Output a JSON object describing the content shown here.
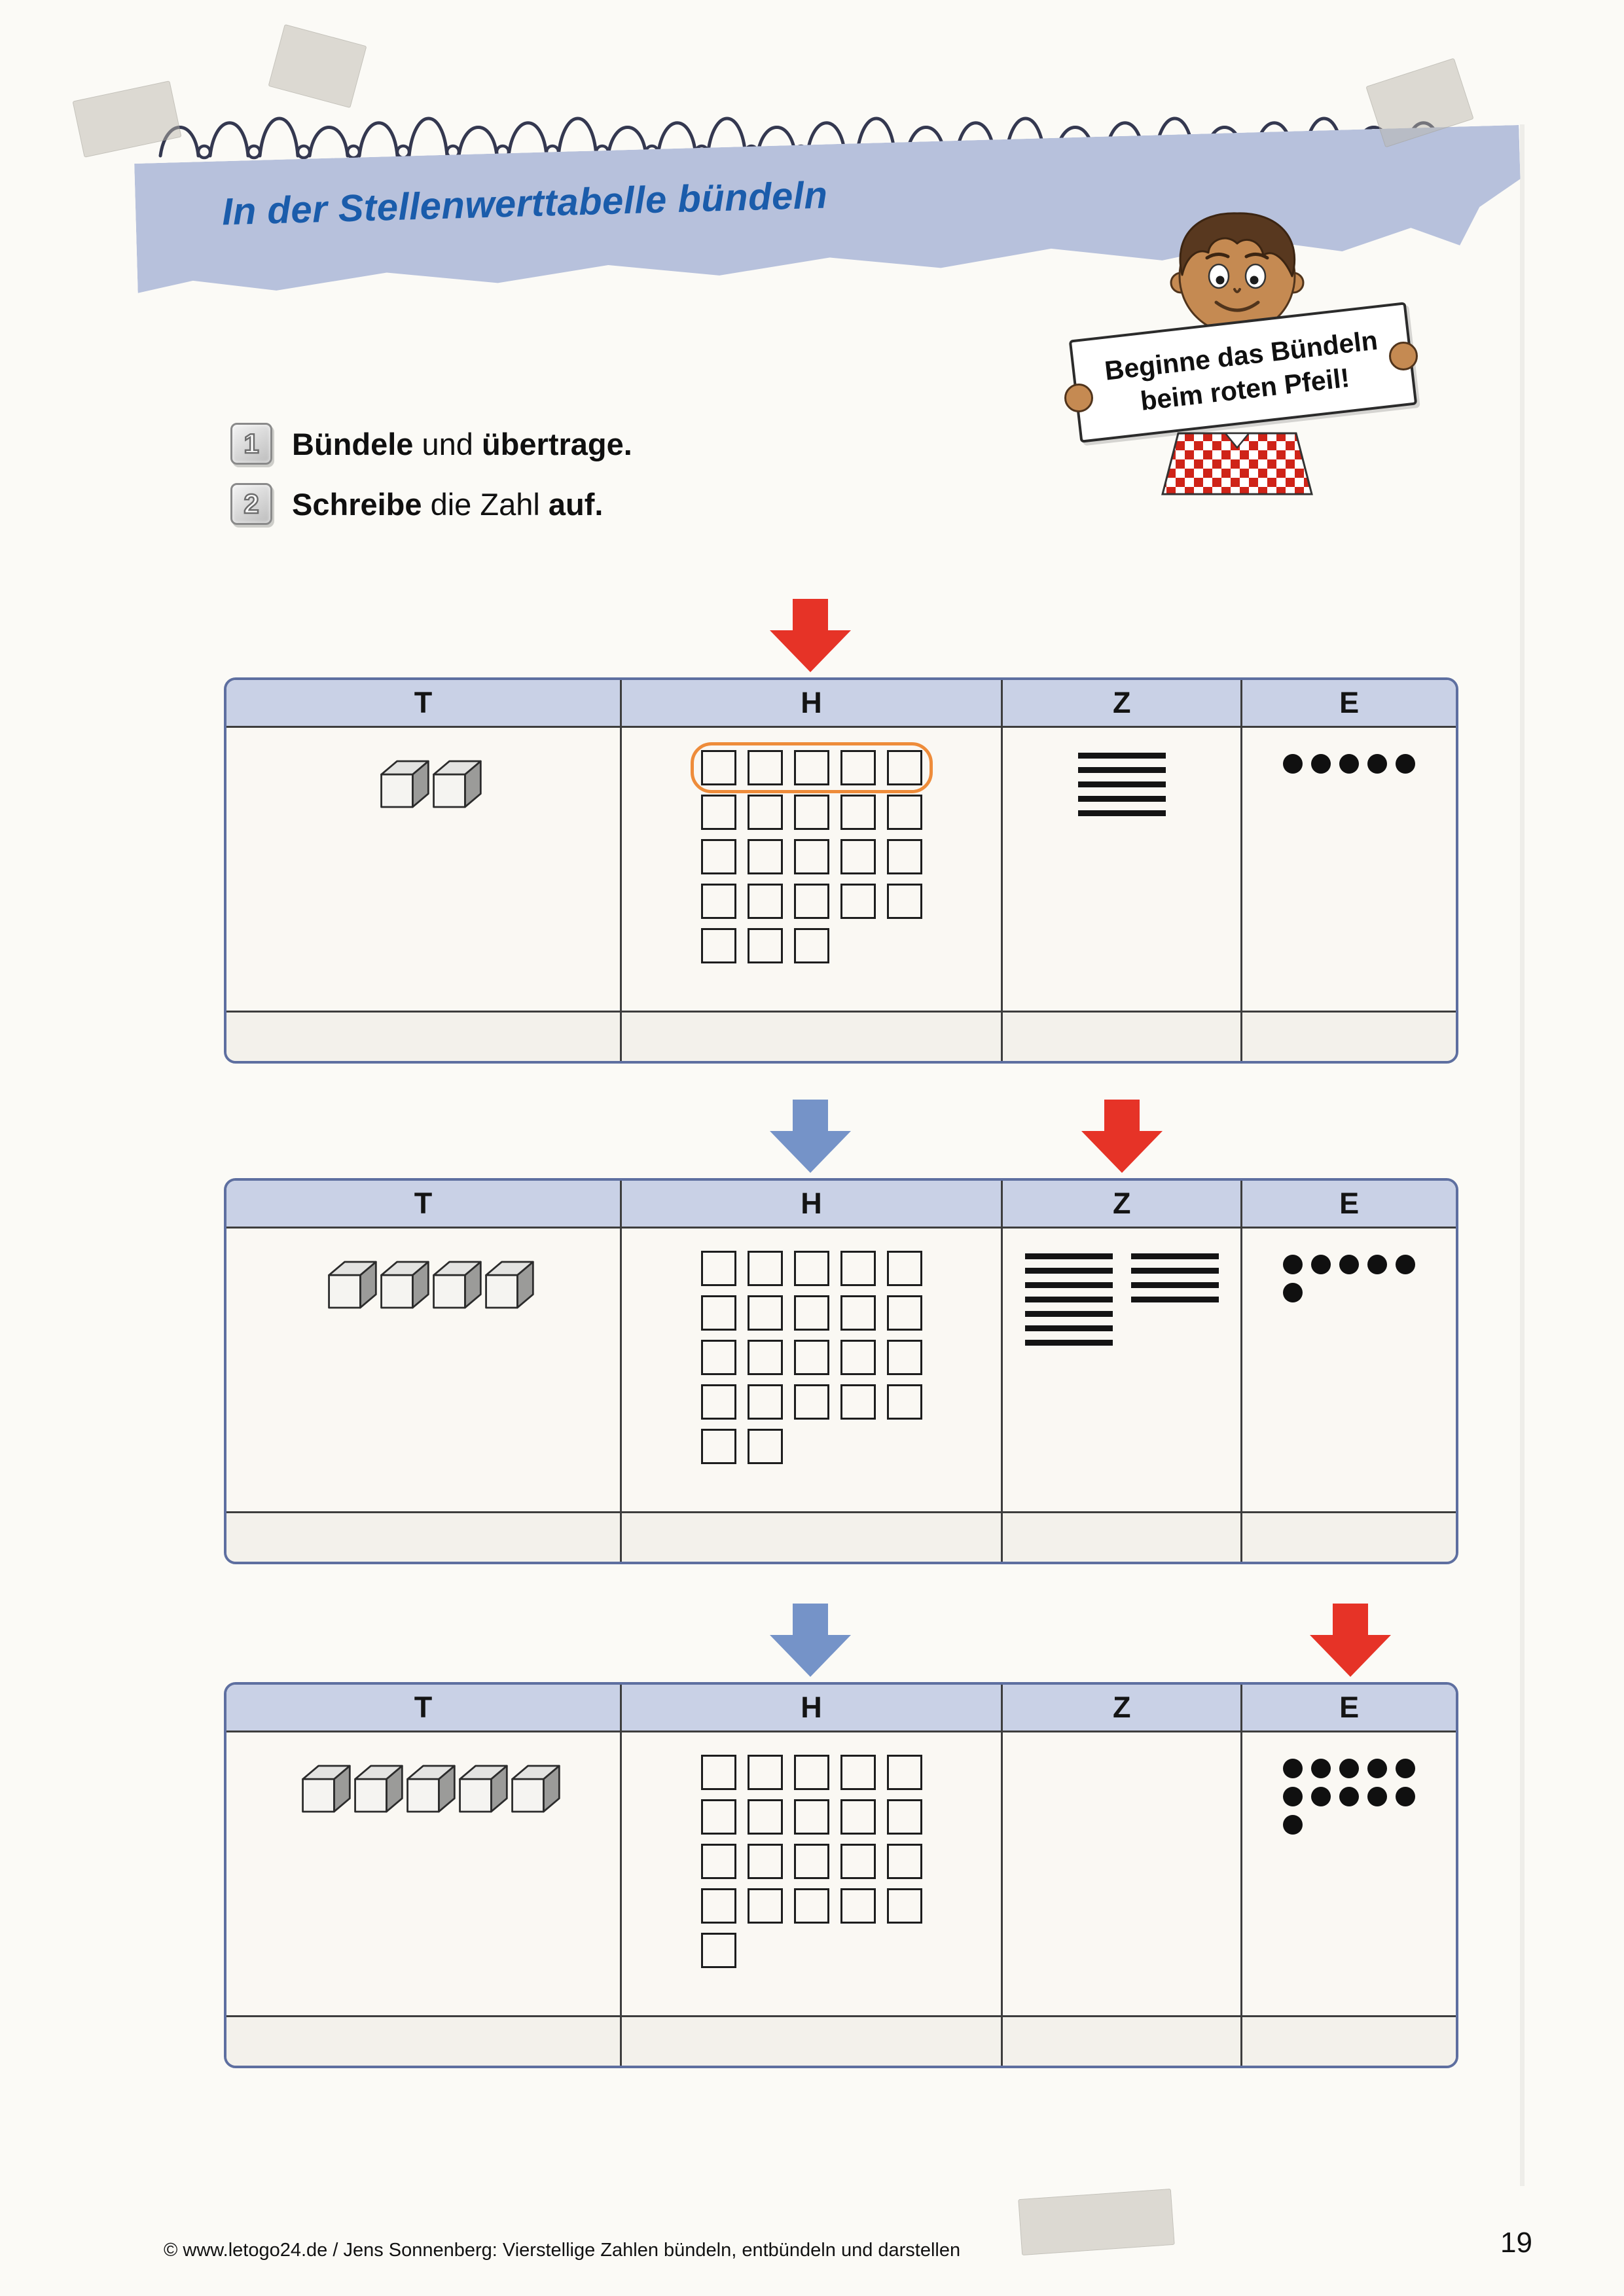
{
  "page": {
    "banner_title": "In der Stellenwerttabelle bündeln",
    "footer_text": "© www.letogo24.de / Jens Sonnenberg: Vierstellige Zahlen bündeln, entbündeln und darstellen",
    "page_number": "19"
  },
  "sign": {
    "line1": "Beginne das Bündeln",
    "line2": "beim roten Pfeil!"
  },
  "instructions": [
    {
      "number": "1",
      "bold1": "Bündele",
      "mid": " und ",
      "bold2": "übertrage."
    },
    {
      "number": "2",
      "bold1": "Schreibe",
      "mid": " die Zahl ",
      "bold2": "auf."
    }
  ],
  "place_value_columns": [
    "T",
    "H",
    "Z",
    "E"
  ],
  "colors": {
    "red": "#e63327",
    "blue": "#7593c8",
    "orange_loop": "#ee8c3a",
    "header_bg": "#c9d1e6",
    "table_border": "#5e6fa0",
    "banner_bg": "#b7c1dc",
    "title_text": "#1a5cab"
  },
  "tables": [
    {
      "arrows": [
        {
          "column_index": 1,
          "color": "red"
        }
      ],
      "cells": {
        "T": {
          "type": "cubes",
          "count": 2
        },
        "H": {
          "type": "squares",
          "count": 23,
          "per_row": 5,
          "highlight_first_row": true
        },
        "Z": {
          "type": "lines",
          "groups": [
            5
          ]
        },
        "E": {
          "type": "dots",
          "rows": [
            5
          ]
        }
      },
      "answer": [
        "",
        "",
        "",
        ""
      ]
    },
    {
      "arrows": [
        {
          "column_index": 1,
          "color": "blue"
        },
        {
          "column_index": 2,
          "color": "red"
        }
      ],
      "cells": {
        "T": {
          "type": "cubes",
          "count": 4
        },
        "H": {
          "type": "squares",
          "count": 22,
          "per_row": 5,
          "highlight_first_row": false
        },
        "Z": {
          "type": "lines",
          "groups": [
            7,
            4
          ]
        },
        "E": {
          "type": "dots",
          "rows": [
            5,
            1
          ]
        }
      },
      "answer": [
        "",
        "",
        "",
        ""
      ]
    },
    {
      "arrows": [
        {
          "column_index": 1,
          "color": "blue"
        },
        {
          "column_index": 3,
          "color": "red"
        }
      ],
      "cells": {
        "T": {
          "type": "cubes",
          "count": 5
        },
        "H": {
          "type": "squares",
          "count": 21,
          "per_row": 5,
          "highlight_first_row": false
        },
        "Z": {
          "type": "empty"
        },
        "E": {
          "type": "dots",
          "rows": [
            5,
            5,
            1
          ]
        }
      },
      "answer": [
        "",
        "",
        "",
        ""
      ]
    }
  ]
}
